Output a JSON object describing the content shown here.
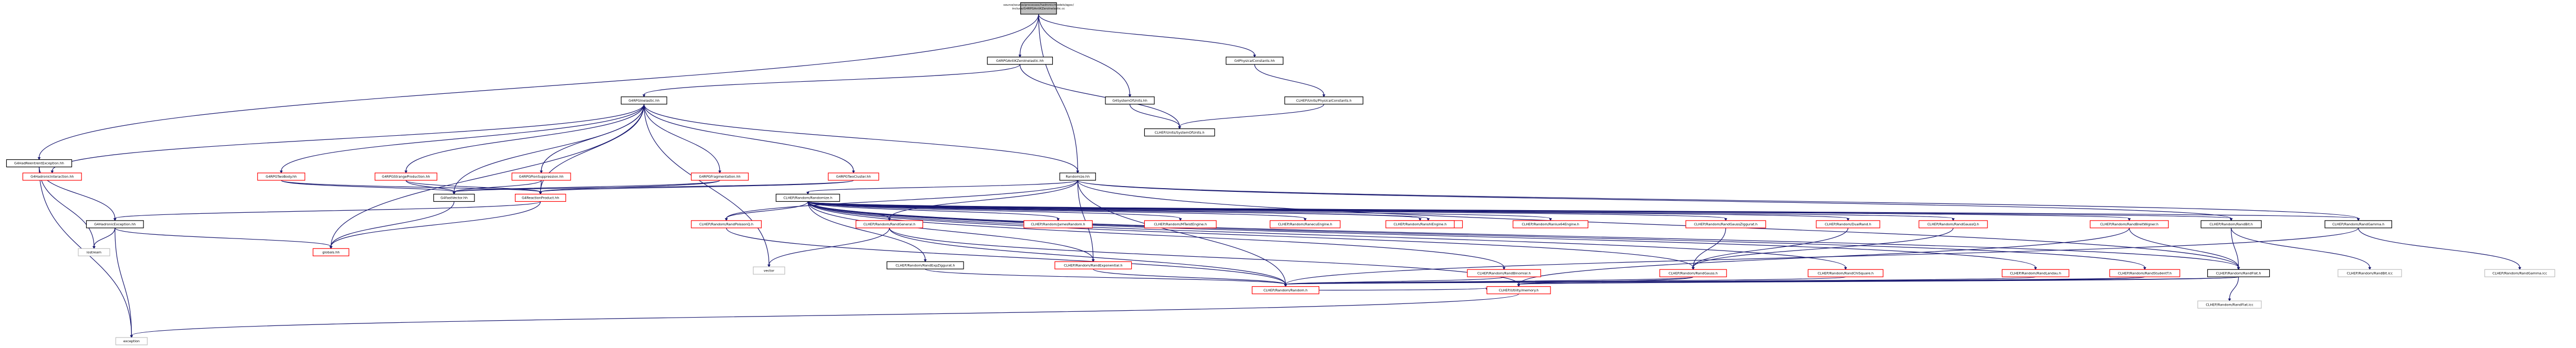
{
  "colors": {
    "root_fill": "#bfbfbf",
    "root_stroke": "#000000",
    "node_fill": "#ffffff",
    "linked_stroke": "#000000",
    "external_stroke": "#ff0000",
    "system_stroke": "#bfbfbf",
    "edge": "#191970"
  },
  "nodes": [
    {
      "id": "root",
      "label": "source/source/processes/hadronic/models/qgsc/include/G4RPGAntiKZeroInelastic.cc",
      "kind": "root"
    },
    {
      "id": "G4RPGAntiKZeroInelastic_hh",
      "label": "G4RPGAntiKZeroInelastic.hh",
      "kind": "linked"
    },
    {
      "id": "G4PhysicalConstants_hh",
      "label": "G4PhysicalConstants.hh",
      "kind": "linked"
    },
    {
      "id": "G4RPGInelastic_hh",
      "label": "G4RPGInelastic.hh",
      "kind": "linked"
    },
    {
      "id": "G4HadReentrentException_hh",
      "label": "G4HadReentrentException.hh",
      "kind": "linked"
    },
    {
      "id": "G4SystemOfUnits_hh",
      "label": "G4SystemOfUnits.hh",
      "kind": "linked"
    },
    {
      "id": "CLHEP_PhysicalConstants_h",
      "label": "CLHEP/Units/PhysicalConstants.h",
      "kind": "linked"
    },
    {
      "id": "CLHEP_SystemOfUnits_h",
      "label": "CLHEP/Units/SystemOfUnits.h",
      "kind": "linked"
    },
    {
      "id": "G4HadronicInteraction_hh",
      "label": "G4HadronicInteraction.hh",
      "kind": "external"
    },
    {
      "id": "G4RPGTwoBody_hh",
      "label": "G4RPGTwoBody.hh",
      "kind": "external"
    },
    {
      "id": "G4RPGStrangeProduction_hh",
      "label": "G4RPGStrangeProduction.hh",
      "kind": "external"
    },
    {
      "id": "G4RPGPionSuppression_hh",
      "label": "G4RPGPionSuppression.hh",
      "kind": "external"
    },
    {
      "id": "G4RPGFragmentation_hh",
      "label": "G4RPGFragmentation.hh",
      "kind": "external"
    },
    {
      "id": "G4RPGTwoCluster_hh",
      "label": "G4RPGTwoCluster.hh",
      "kind": "external"
    },
    {
      "id": "Randomize_hh",
      "label": "Randomize.hh",
      "kind": "linked"
    },
    {
      "id": "G4FastVector_hh",
      "label": "G4FastVector.hh",
      "kind": "linked"
    },
    {
      "id": "G4ReactionProduct_hh",
      "label": "G4ReactionProduct.hh",
      "kind": "external"
    },
    {
      "id": "G4HadronicException_hh",
      "label": "G4HadronicException.hh",
      "kind": "linked"
    },
    {
      "id": "CLHEP_Randomize_h",
      "label": "CLHEP/Random/Randomize.h",
      "kind": "linked"
    },
    {
      "id": "iostream",
      "label": "iostream",
      "kind": "system"
    },
    {
      "id": "globals_hh",
      "label": "globals.hh",
      "kind": "external"
    },
    {
      "id": "exception",
      "label": "exception",
      "kind": "system"
    },
    {
      "id": "vector",
      "label": "vector",
      "kind": "system"
    },
    {
      "id": "RandPoissonQ_h",
      "label": "CLHEP/Random/RandPoissonQ.h",
      "kind": "external"
    },
    {
      "id": "RandGeneral_h",
      "label": "CLHEP/Random/RandGeneral.h",
      "kind": "external"
    },
    {
      "id": "JamesRandom_h",
      "label": "CLHEP/Random/JamesRandom.h",
      "kind": "external"
    },
    {
      "id": "MTwistEngine_h",
      "label": "CLHEP/Random/MTwistEngine.h",
      "kind": "external"
    },
    {
      "id": "RanecuEngine_h",
      "label": "CLHEP/Random/RanecuEngine.h",
      "kind": "external"
    },
    {
      "id": "RanluxEngine_h",
      "label": "CLHEP/Random/RanluxEngine.h",
      "kind": "external"
    },
    {
      "id": "Ranlux64Engine_h",
      "label": "CLHEP/Random/Ranlux64Engine.h",
      "kind": "external"
    },
    {
      "id": "RanshiEngine_h",
      "label": "CLHEP/Random/RanshiEngine.h",
      "kind": "external"
    },
    {
      "id": "RandGaussZiggurat_h",
      "label": "CLHEP/Random/RandGaussZiggurat.h",
      "kind": "external"
    },
    {
      "id": "DualRand_h",
      "label": "CLHEP/Random/DualRand.h",
      "kind": "external"
    },
    {
      "id": "RandGaussQ_h",
      "label": "CLHEP/Random/RandGaussQ.h",
      "kind": "external"
    },
    {
      "id": "RandBreitWigner_h",
      "label": "CLHEP/Random/RandBreitWigner.h",
      "kind": "external"
    },
    {
      "id": "RandBit_h",
      "label": "CLHEP/Random/RandBit.h",
      "kind": "linked"
    },
    {
      "id": "RandGamma_h",
      "label": "CLHEP/Random/RandGamma.h",
      "kind": "linked"
    },
    {
      "id": "RandExpZiggurat_h",
      "label": "CLHEP/Random/RandExpZiggurat.h",
      "kind": "linked"
    },
    {
      "id": "RandExponential_h",
      "label": "CLHEP/Random/RandExponential.h",
      "kind": "external"
    },
    {
      "id": "RandBinomial_h",
      "label": "CLHEP/Random/RandBinomial.h",
      "kind": "external"
    },
    {
      "id": "RandGauss_h",
      "label": "CLHEP/Random/RandGauss.h",
      "kind": "external"
    },
    {
      "id": "RandChiSquare_h",
      "label": "CLHEP/Random/RandChiSquare.h",
      "kind": "external"
    },
    {
      "id": "RandLandau_h",
      "label": "CLHEP/Random/RandLandau.h",
      "kind": "external"
    },
    {
      "id": "RandStudentT_h",
      "label": "CLHEP/Random/RandStudentT.h",
      "kind": "external"
    },
    {
      "id": "RandFlat_h",
      "label": "CLHEP/Random/RandFlat.h",
      "kind": "linked"
    },
    {
      "id": "RandBit_icc",
      "label": "CLHEP/Random/RandBit.icc",
      "kind": "system"
    },
    {
      "id": "RandGamma_icc",
      "label": "CLHEP/Random/RandGamma.icc",
      "kind": "system"
    },
    {
      "id": "Random_h",
      "label": "CLHEP/Random/Random.h",
      "kind": "external"
    },
    {
      "id": "memory_h",
      "label": "CLHEP/Utility/memory.h",
      "kind": "external"
    },
    {
      "id": "RandFlat_icc",
      "label": "CLHEP/Random/RandFlat.icc",
      "kind": "system"
    }
  ],
  "edges": [
    [
      "root",
      "G4RPGAntiKZeroInelastic_hh"
    ],
    [
      "root",
      "G4PhysicalConstants_hh"
    ],
    [
      "root",
      "G4SystemOfUnits_hh"
    ],
    [
      "root",
      "G4HadReentrentException_hh"
    ],
    [
      "root",
      "Randomize_hh"
    ],
    [
      "G4RPGAntiKZeroInelastic_hh",
      "G4RPGInelastic_hh"
    ],
    [
      "G4RPGAntiKZeroInelastic_hh",
      "CLHEP_SystemOfUnits_h"
    ],
    [
      "G4PhysicalConstants_hh",
      "CLHEP_PhysicalConstants_h"
    ],
    [
      "CLHEP_PhysicalConstants_h",
      "CLHEP_SystemOfUnits_h"
    ],
    [
      "G4SystemOfUnits_hh",
      "CLHEP_SystemOfUnits_h"
    ],
    [
      "G4RPGInelastic_hh",
      "G4HadronicInteraction_hh"
    ],
    [
      "G4RPGInelastic_hh",
      "G4RPGTwoBody_hh"
    ],
    [
      "G4RPGInelastic_hh",
      "G4RPGStrangeProduction_hh"
    ],
    [
      "G4RPGInelastic_hh",
      "G4RPGPionSuppression_hh"
    ],
    [
      "G4RPGInelastic_hh",
      "G4RPGFragmentation_hh"
    ],
    [
      "G4RPGInelastic_hh",
      "G4RPGTwoCluster_hh"
    ],
    [
      "G4RPGInelastic_hh",
      "Randomize_hh"
    ],
    [
      "G4RPGInelastic_hh",
      "G4FastVector_hh"
    ],
    [
      "G4RPGInelastic_hh",
      "G4ReactionProduct_hh"
    ],
    [
      "G4RPGInelastic_hh",
      "globals_hh"
    ],
    [
      "G4RPGInelastic_hh",
      "vector"
    ],
    [
      "G4RPGTwoBody_hh",
      "G4FastVector_hh"
    ],
    [
      "G4RPGTwoBody_hh",
      "G4ReactionProduct_hh"
    ],
    [
      "G4RPGStrangeProduction_hh",
      "G4FastVector_hh"
    ],
    [
      "G4RPGStrangeProduction_hh",
      "G4ReactionProduct_hh"
    ],
    [
      "G4RPGPionSuppression_hh",
      "G4FastVector_hh"
    ],
    [
      "G4RPGPionSuppression_hh",
      "G4ReactionProduct_hh"
    ],
    [
      "G4RPGFragmentation_hh",
      "G4FastVector_hh"
    ],
    [
      "G4RPGFragmentation_hh",
      "G4ReactionProduct_hh"
    ],
    [
      "G4RPGTwoCluster_hh",
      "G4FastVector_hh"
    ],
    [
      "G4RPGTwoCluster_hh",
      "G4ReactionProduct_hh"
    ],
    [
      "G4FastVector_hh",
      "globals_hh"
    ],
    [
      "G4ReactionProduct_hh",
      "globals_hh"
    ],
    [
      "G4ReactionProduct_hh",
      "G4HadronicException_hh"
    ],
    [
      "G4HadReentrentException_hh",
      "G4HadronicException_hh"
    ],
    [
      "G4HadReentrentException_hh",
      "iostream"
    ],
    [
      "G4HadReentrentException_hh",
      "exception"
    ],
    [
      "G4HadronicException_hh",
      "iostream"
    ],
    [
      "G4HadronicException_hh",
      "exception"
    ],
    [
      "G4HadronicException_hh",
      "globals_hh"
    ],
    [
      "Randomize_hh",
      "CLHEP_Randomize_h"
    ],
    [
      "Randomize_hh",
      "RandPoissonQ_h"
    ],
    [
      "Randomize_hh",
      "RandGeneral_h"
    ],
    [
      "Randomize_hh",
      "RandExponential_h"
    ],
    [
      "Randomize_hh",
      "RandFlat_h"
    ],
    [
      "Randomize_hh",
      "RandBit_h"
    ],
    [
      "Randomize_hh",
      "RandGamma_h"
    ],
    [
      "Randomize_hh",
      "Random_h"
    ],
    [
      "CLHEP_Randomize_h",
      "RandPoissonQ_h"
    ],
    [
      "CLHEP_Randomize_h",
      "RandGeneral_h"
    ],
    [
      "CLHEP_Randomize_h",
      "JamesRandom_h"
    ],
    [
      "CLHEP_Randomize_h",
      "MTwistEngine_h"
    ],
    [
      "CLHEP_Randomize_h",
      "RanecuEngine_h"
    ],
    [
      "CLHEP_Randomize_h",
      "RanluxEngine_h"
    ],
    [
      "CLHEP_Randomize_h",
      "Ranlux64Engine_h"
    ],
    [
      "CLHEP_Randomize_h",
      "RanshiEngine_h"
    ],
    [
      "CLHEP_Randomize_h",
      "RandGaussZiggurat_h"
    ],
    [
      "CLHEP_Randomize_h",
      "DualRand_h"
    ],
    [
      "CLHEP_Randomize_h",
      "RandGaussQ_h"
    ],
    [
      "CLHEP_Randomize_h",
      "RandBreitWigner_h"
    ],
    [
      "CLHEP_Randomize_h",
      "RandBit_h"
    ],
    [
      "CLHEP_Randomize_h",
      "RandGamma_h"
    ],
    [
      "CLHEP_Randomize_h",
      "RandExpZiggurat_h"
    ],
    [
      "CLHEP_Randomize_h",
      "RandExponential_h"
    ],
    [
      "CLHEP_Randomize_h",
      "RandBinomial_h"
    ],
    [
      "CLHEP_Randomize_h",
      "RandGauss_h"
    ],
    [
      "CLHEP_Randomize_h",
      "RandChiSquare_h"
    ],
    [
      "CLHEP_Randomize_h",
      "RandLandau_h"
    ],
    [
      "CLHEP_Randomize_h",
      "RandStudentT_h"
    ],
    [
      "CLHEP_Randomize_h",
      "RandFlat_h"
    ],
    [
      "RandPoissonQ_h",
      "Random_h"
    ],
    [
      "RandGeneral_h",
      "vector"
    ],
    [
      "RandGeneral_h",
      "Random_h"
    ],
    [
      "RandGeneral_h",
      "memory_h"
    ],
    [
      "RandExpZiggurat_h",
      "Random_h"
    ],
    [
      "RandExponential_h",
      "Random_h"
    ],
    [
      "RandBinomial_h",
      "Random_h"
    ],
    [
      "RandGaussZiggurat_h",
      "RandGauss_h"
    ],
    [
      "RandGaussQ_h",
      "RandGauss_h"
    ],
    [
      "DualRand_h",
      "RandGauss_h"
    ],
    [
      "RandGauss_h",
      "Random_h"
    ],
    [
      "RandGauss_h",
      "memory_h"
    ],
    [
      "RandChiSquare_h",
      "Random_h"
    ],
    [
      "RandLandau_h",
      "Random_h"
    ],
    [
      "RandStudentT_h",
      "Random_h"
    ],
    [
      "RandStudentT_h",
      "memory_h"
    ],
    [
      "RandBreitWigner_h",
      "RandFlat_h"
    ],
    [
      "RandBreitWigner_h",
      "memory_h"
    ],
    [
      "RandBit_h",
      "RandFlat_h"
    ],
    [
      "RandBit_h",
      "RandBit_icc"
    ],
    [
      "RandGamma_h",
      "Random_h"
    ],
    [
      "RandGamma_h",
      "RandGamma_icc"
    ],
    [
      "RandFlat_h",
      "Random_h"
    ],
    [
      "RandFlat_h",
      "memory_h"
    ],
    [
      "RandFlat_h",
      "RandFlat_icc"
    ],
    [
      "Random_h",
      "memory_h"
    ],
    [
      "memory_h",
      "exception"
    ]
  ]
}
